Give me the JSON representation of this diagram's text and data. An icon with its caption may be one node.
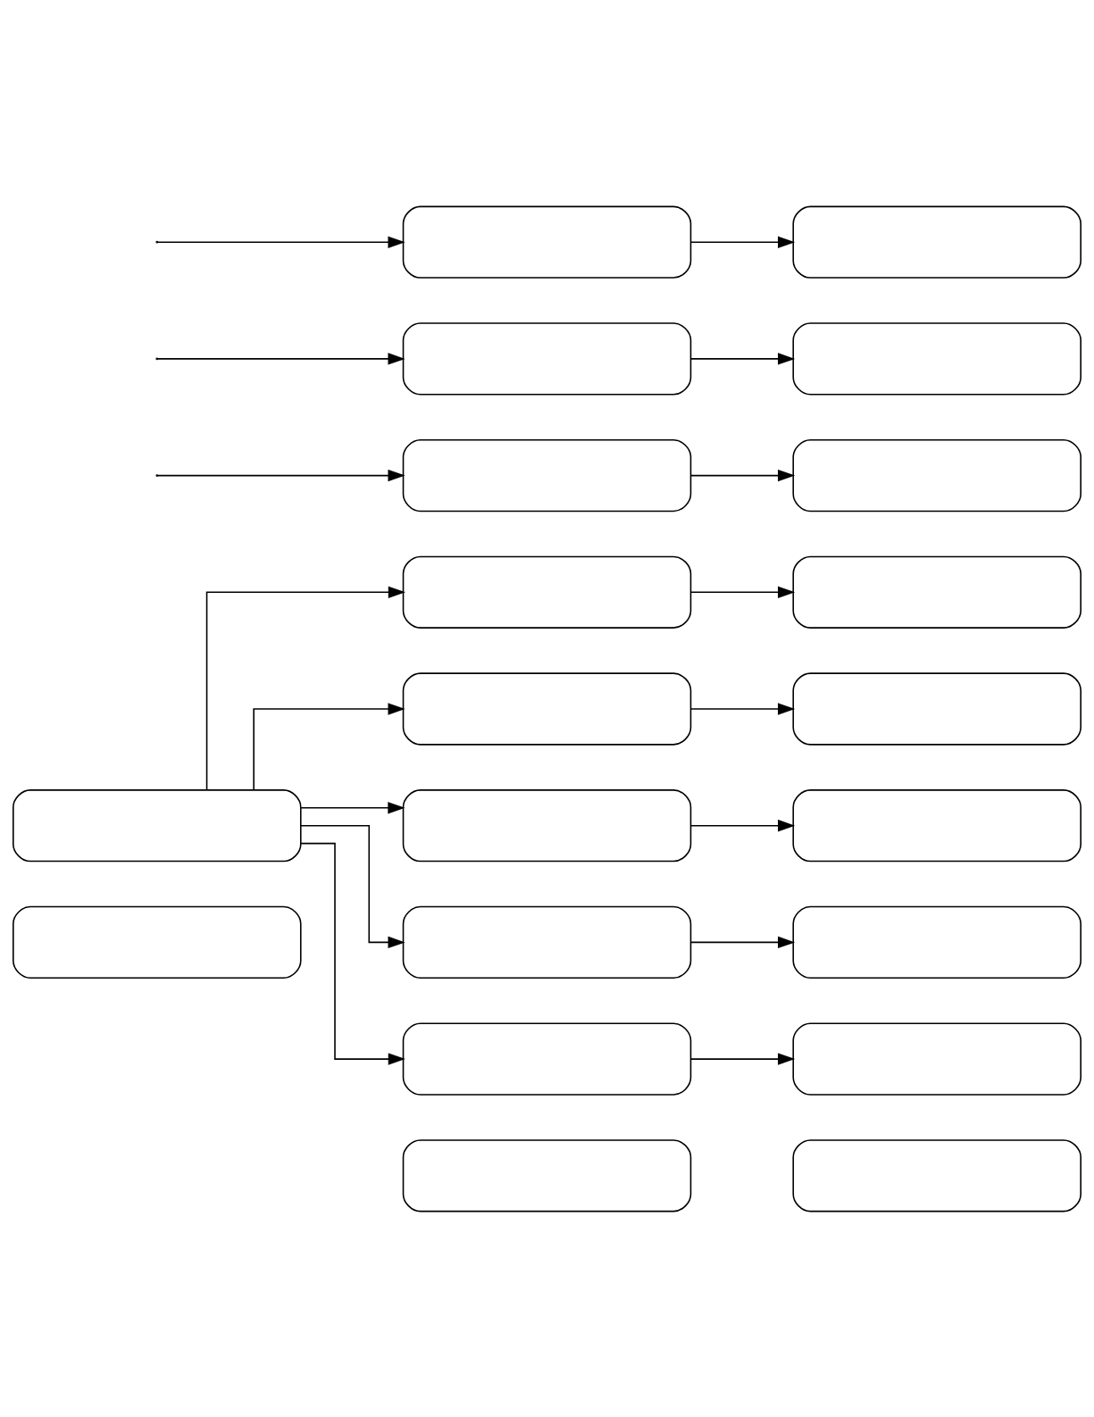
{
  "diagram": {
    "nodes": [
      {
        "text": [],
        "shape": "box"
      },
      {
        "text": [],
        "shape": "box"
      },
      {
        "text": [],
        "shape": "box"
      },
      {
        "text": [],
        "shape": "box"
      },
      {
        "text": [],
        "shape": "box"
      },
      {
        "text": [],
        "shape": "box"
      },
      {
        "text": [],
        "shape": "box"
      },
      {
        "text": [],
        "shape": "box"
      },
      {
        "text": [],
        "shape": "box"
      },
      {
        "text": [],
        "shape": "box"
      },
      {
        "text": [],
        "shape": "box"
      },
      {
        "text": [],
        "shape": "box"
      },
      {
        "text": [],
        "shape": "box"
      },
      {
        "text": [],
        "shape": "box"
      },
      {
        "text": [],
        "shape": "box"
      },
      {
        "text": [],
        "shape": "box"
      },
      {
        "text": [],
        "shape": "box"
      },
      {
        "text": [],
        "shape": "box"
      },
      {
        "text": [],
        "shape": "box"
      },
      {
        "text": [],
        "shape": "box"
      }
    ],
    "edges": [
      {
        "from": 3,
        "to": 4,
        "arrow": "to"
      },
      {
        "from": 4,
        "to": 5,
        "arrow": "to"
      },
      {
        "from": 3,
        "to": 6,
        "arrow": "to"
      },
      {
        "from": 3,
        "to": 8,
        "arrow": "to"
      },
      {
        "from": 3,
        "to": 10,
        "arrow": "to"
      },
      {
        "from": 3,
        "to": 12,
        "arrow": "to"
      },
      {
        "from": 6,
        "to": 7,
        "arrow": "to"
      },
      {
        "from": 8,
        "to": 9,
        "arrow": "to"
      },
      {
        "from": 10,
        "to": 11,
        "arrow": "to"
      },
      {
        "from": 12,
        "to": 13,
        "arrow": "to"
      },
      {
        "from": null,
        "to": 14,
        "arrow": "to"
      },
      {
        "from": null,
        "to": 16,
        "arrow": "to"
      },
      {
        "from": null,
        "to": 18,
        "arrow": "to"
      },
      {
        "from": 14,
        "to": 15,
        "arrow": "to"
      },
      {
        "from": 16,
        "to": 17,
        "arrow": "to"
      },
      {
        "from": 18,
        "to": 19,
        "arrow": "to"
      }
    ]
  }
}
